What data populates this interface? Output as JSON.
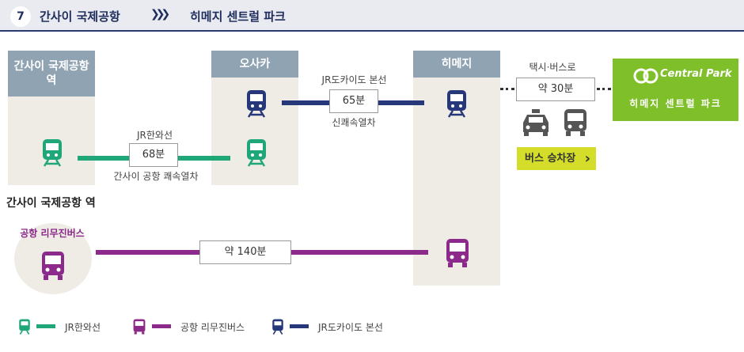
{
  "header": {
    "step_number": "7",
    "origin": "간사이 국제공항",
    "arrow_glyph": "❯❯❯",
    "destination": "히메지 센트럴 파크"
  },
  "stations": {
    "kansai_airport": "간사이 국제공항\n역",
    "osaka": "오사카",
    "himeji": "히메지"
  },
  "routes": {
    "jr_haruka": {
      "name": "JR한와선",
      "time": "68분",
      "sub": "간사이 공항 쾌속열차"
    },
    "jr_tokaido": {
      "name": "JR도카이도 본선",
      "time": "65분",
      "sub": "신쾌속열차"
    },
    "taxi_bus": {
      "name": "택시·버스로",
      "time": "약 30분"
    },
    "limousine": {
      "time": "약 140분"
    }
  },
  "section_title": "간사이 국제공항 역",
  "limousine_label": "공항 리무진버스",
  "bus_stop_button": "버스 승차장",
  "bus_stop_arrow": "›",
  "destination_card": {
    "logo_text": "Central Park",
    "label": "히메지 센트럴 파크"
  },
  "legend": [
    {
      "label": "JR한와선",
      "color": "#1fa77a",
      "icon": "train-icon"
    },
    {
      "label": "공항 리무진버스",
      "color": "#8b2a8b",
      "icon": "bus-icon"
    },
    {
      "label": "JR도카이도 본선",
      "color": "#26377a",
      "icon": "train-icon"
    }
  ],
  "colors": {
    "jr_haruka": "#1fa77a",
    "jr_tokaido": "#26377a",
    "limousine": "#8b2a8b",
    "destination": "#7fbf2a",
    "button": "#d4de2a"
  }
}
